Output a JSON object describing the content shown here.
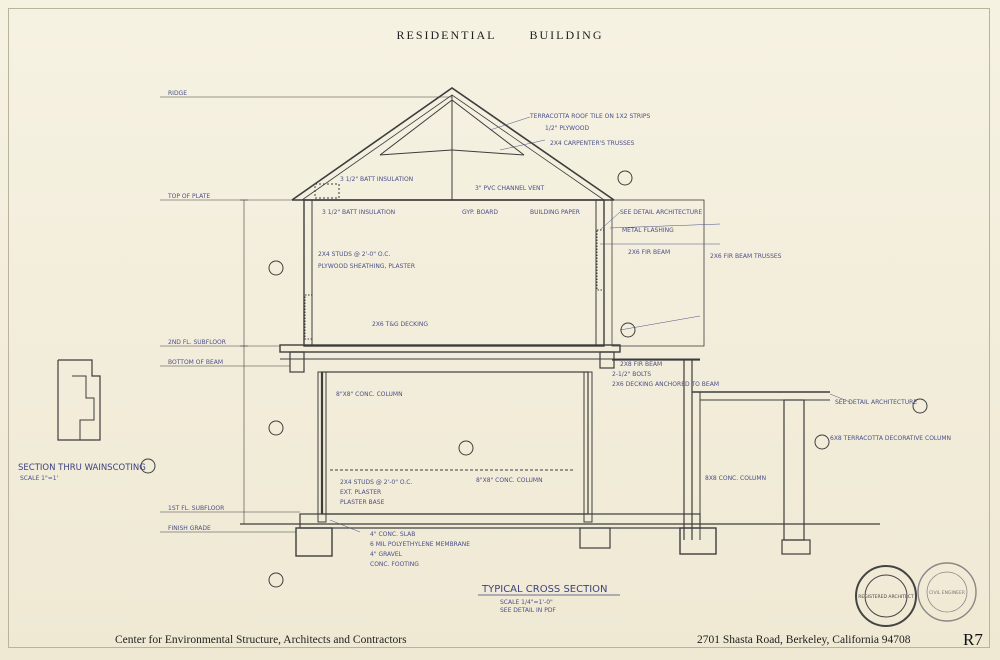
{
  "title": {
    "word1": "RESIDENTIAL",
    "word2": "BUILDING"
  },
  "footer": {
    "left": "Center for Environmental Structure,  Architects and Contractors",
    "address": "2701 Shasta Road,  Berkeley,  California  94708",
    "sheet": "R7"
  },
  "annotations": {
    "ridge": "RIDGE",
    "roof_tile": "TERRACOTTA ROOF TILE ON 1X2 STRIPS",
    "plywood": "1/2\" PLYWOOD",
    "trusses": "2X4 CARPENTER'S TRUSSES",
    "batt": "3 1/2\" BATT INSULATION",
    "vent": "3\" PVC CHANNEL VENT",
    "top_plate": "TOP OF PLATE",
    "insulation": "3 1/2\" BATT INSULATION",
    "gyp": "GYP. BOARD",
    "building_paper": "BUILDING PAPER",
    "arch_detail": "SEE DETAIL ARCHITECTURE",
    "metal_flash": "METAL FLASHING",
    "studs2": "2X4 STUDS @ 2'-0\" O.C.",
    "gyp_plaster": "PLYWOOD SHEATHING, PLASTER",
    "decking": "2X6 T&G DECKING",
    "beam": "2X6 FIR BEAM",
    "fir_beam": "2X6 FIR BEAM TRUSSES",
    "second_floor": "2ND FL. SUBFLOOR",
    "bottom_beam": "BOTTOM OF BEAM",
    "floor_beam": "2X8 FIR BEAM",
    "col": "8\"X8\" CONC. COLUMN",
    "bolts": "2-1/2\" BOLTS",
    "ground_decking": "2X6 DECKING ANCHORED TO BEAM",
    "bracket": "SEE DETAIL ARCHITECTURE",
    "pier": "6X8 TERRACOTTA DECORATIVE COLUMN",
    "conc_col": "8X8 CONC. COLUMN",
    "first_floor": "1ST FL. SUBFLOOR",
    "finish_grade": "FINISH GRADE",
    "slab": "4\" CONC. SLAB",
    "membrane": "6 MIL POLYETHYLENE MEMBRANE",
    "gravel": "4\" GRAVEL",
    "footing": "CONC. FOOTING",
    "studs1": "2X4 STUDS @ 2'-0\" O.C.",
    "plaster": "EXT. PLASTER",
    "base": "PLASTER BASE",
    "col_conc": "8\"X8\" CONC. COLUMN",
    "wainscot": "SECTION THRU WAINSCOTING",
    "scale_small": "SCALE 1\"=1'",
    "section_title": "TYPICAL CROSS SECTION",
    "section_scale": "SCALE 1/4\"=1'-0\"",
    "section_note": "SEE DETAIL IN PDF"
  },
  "stamps": [
    {
      "name": "architect-stamp",
      "text": "REGISTERED ARCHITECT"
    },
    {
      "name": "engineer-stamp",
      "text": "CIVIL ENGINEER"
    }
  ],
  "colors": {
    "paper": "#f4f0df",
    "ink": "#3d4280",
    "pencil": "#555"
  }
}
